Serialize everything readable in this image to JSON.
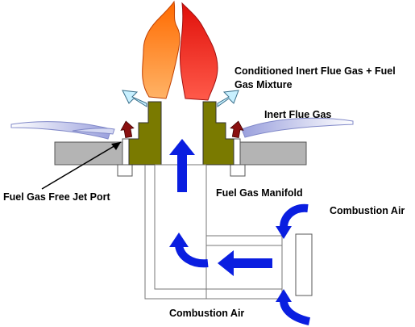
{
  "labels": {
    "mixture": "Conditioned Inert Flue Gas + Fuel Gas Mixture",
    "inert_flue_gas": "Inert Flue Gas",
    "fuel_gas_free_jet_port": "Fuel Gas Free Jet Port",
    "fuel_gas_manifold": "Fuel Gas Manifold",
    "combustion_air_right": "Combustion Air",
    "combustion_air_bottom": "Combustion Air"
  },
  "colors": {
    "flame_left": "#ff7a1a",
    "flame_right": "#e8201a",
    "burner_tile": "#7a7a00",
    "furnace_floor": "#b4b4b4",
    "fuel_arrow": "#0a1ee0",
    "air_arrow": "#0a1ee0",
    "flue_swirl": "#b8bde6",
    "flue_tip": "#c8f0ff",
    "jet_arrow": "#8a1010"
  }
}
